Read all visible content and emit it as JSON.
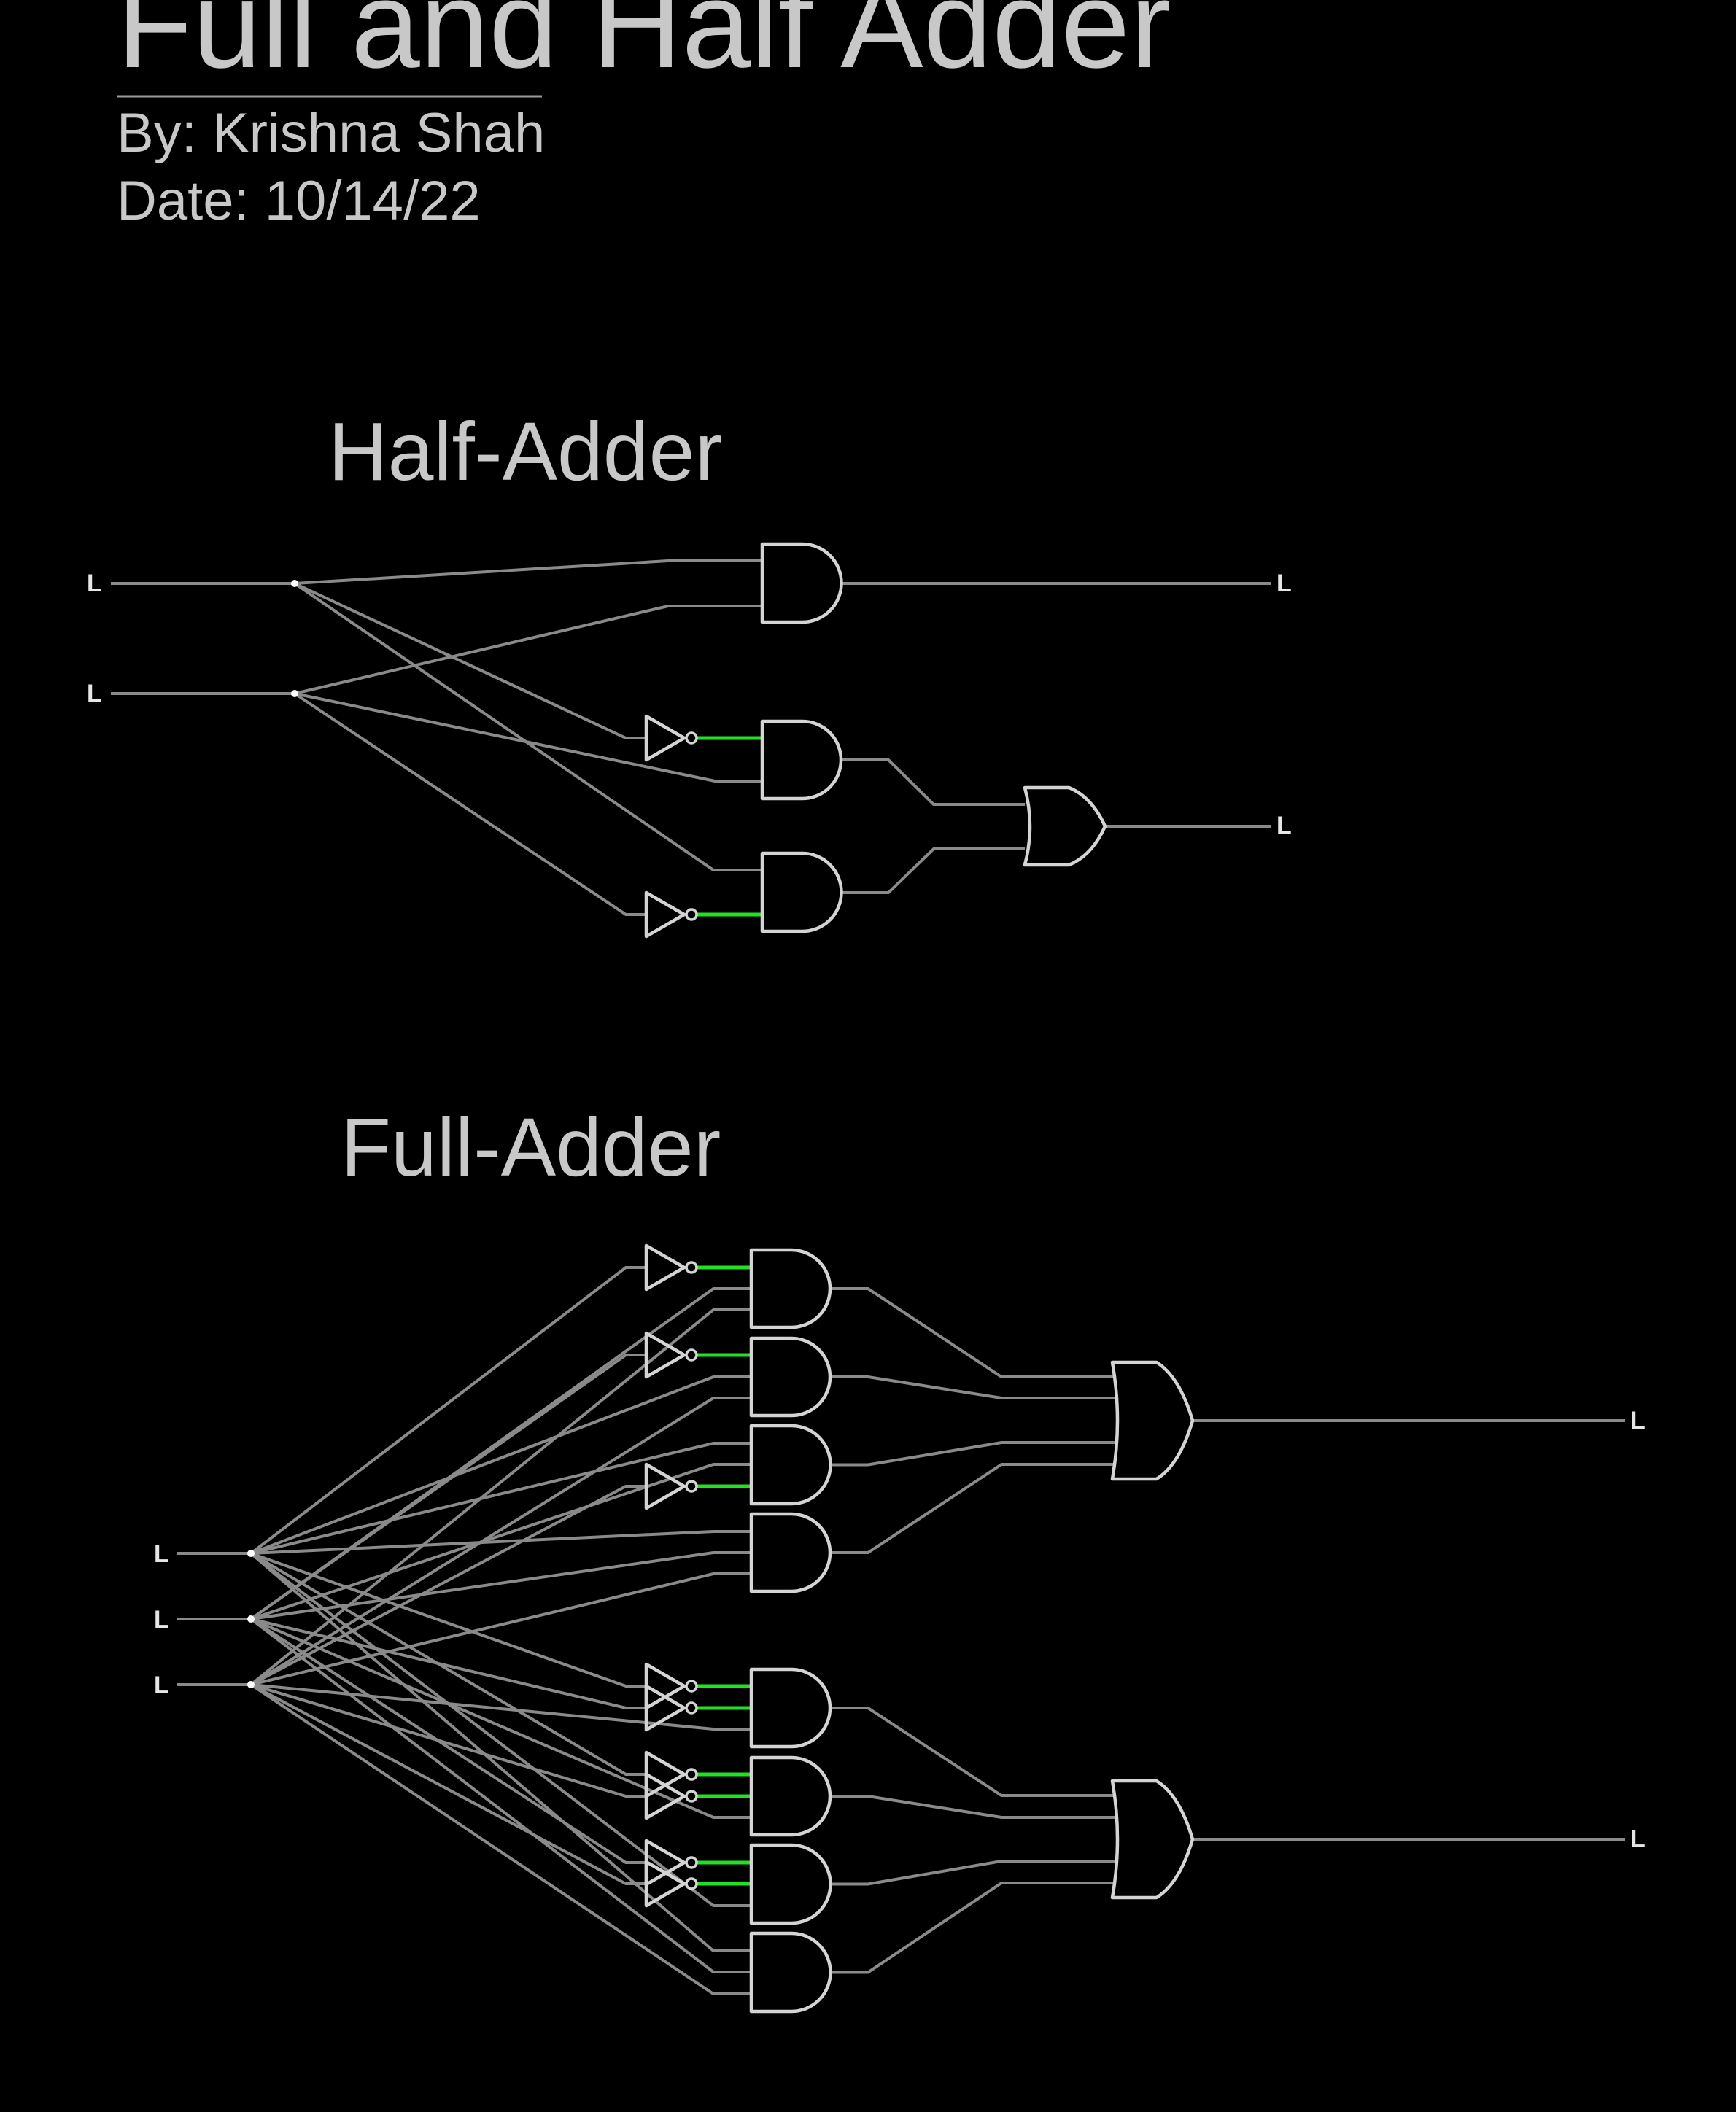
{
  "header": {
    "title": "Full and Half Adder",
    "author": "By: Krishna Shah",
    "date": "Date: 10/14/22"
  },
  "half_adder": {
    "heading": "Half-Adder",
    "inputs": [
      "L",
      "L"
    ],
    "outputs": [
      "L",
      "L"
    ]
  },
  "full_adder": {
    "heading": "Full-Adder",
    "inputs": [
      "L",
      "L",
      "L"
    ],
    "outputs": [
      "L",
      "L"
    ]
  },
  "colors": {
    "background": "#000000",
    "text": "#c8c8c8",
    "wire": "#8a8a8a",
    "active_wire": "#22e022",
    "gate_outline": "#d4d4d4"
  }
}
